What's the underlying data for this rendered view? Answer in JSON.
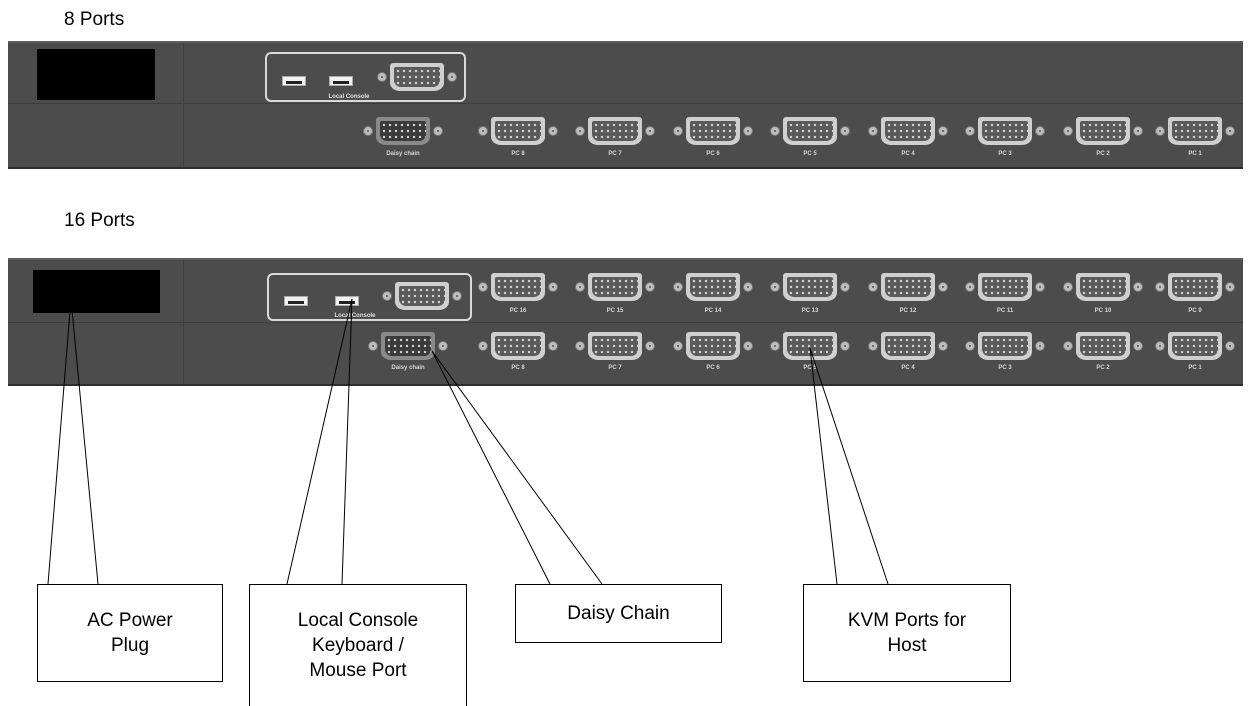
{
  "captions": {
    "top": "8 Ports",
    "bottom": "16 Ports"
  },
  "panel8": {
    "console_label": "Local Console",
    "daisy_label": "Daisy chain",
    "ports": [
      "PC 8",
      "PC 7",
      "PC 6",
      "PC 5",
      "PC 4",
      "PC 3",
      "PC 2",
      "PC 1"
    ]
  },
  "panel16": {
    "console_label": "Local Console",
    "daisy_label": "Daisy chain",
    "ports_top": [
      "PC 16",
      "PC 15",
      "PC 14",
      "PC 13",
      "PC 12",
      "PC 11",
      "PC 10",
      "PC 9"
    ],
    "ports_bottom": [
      "PC 8",
      "PC 7",
      "PC 6",
      "PC 5",
      "PC 4",
      "PC 3",
      "PC 2",
      "PC 1"
    ]
  },
  "callouts": {
    "ac_power": "AC Power\nPlug",
    "local_console": "Local Console\nKeyboard /\nMouse Port",
    "daisy_chain": "Daisy Chain",
    "kvm_ports": "KVM Ports for\nHost"
  },
  "colors": {
    "panel": "#4c4c4c",
    "connector": "#cfcfcf",
    "text": "#000000"
  }
}
